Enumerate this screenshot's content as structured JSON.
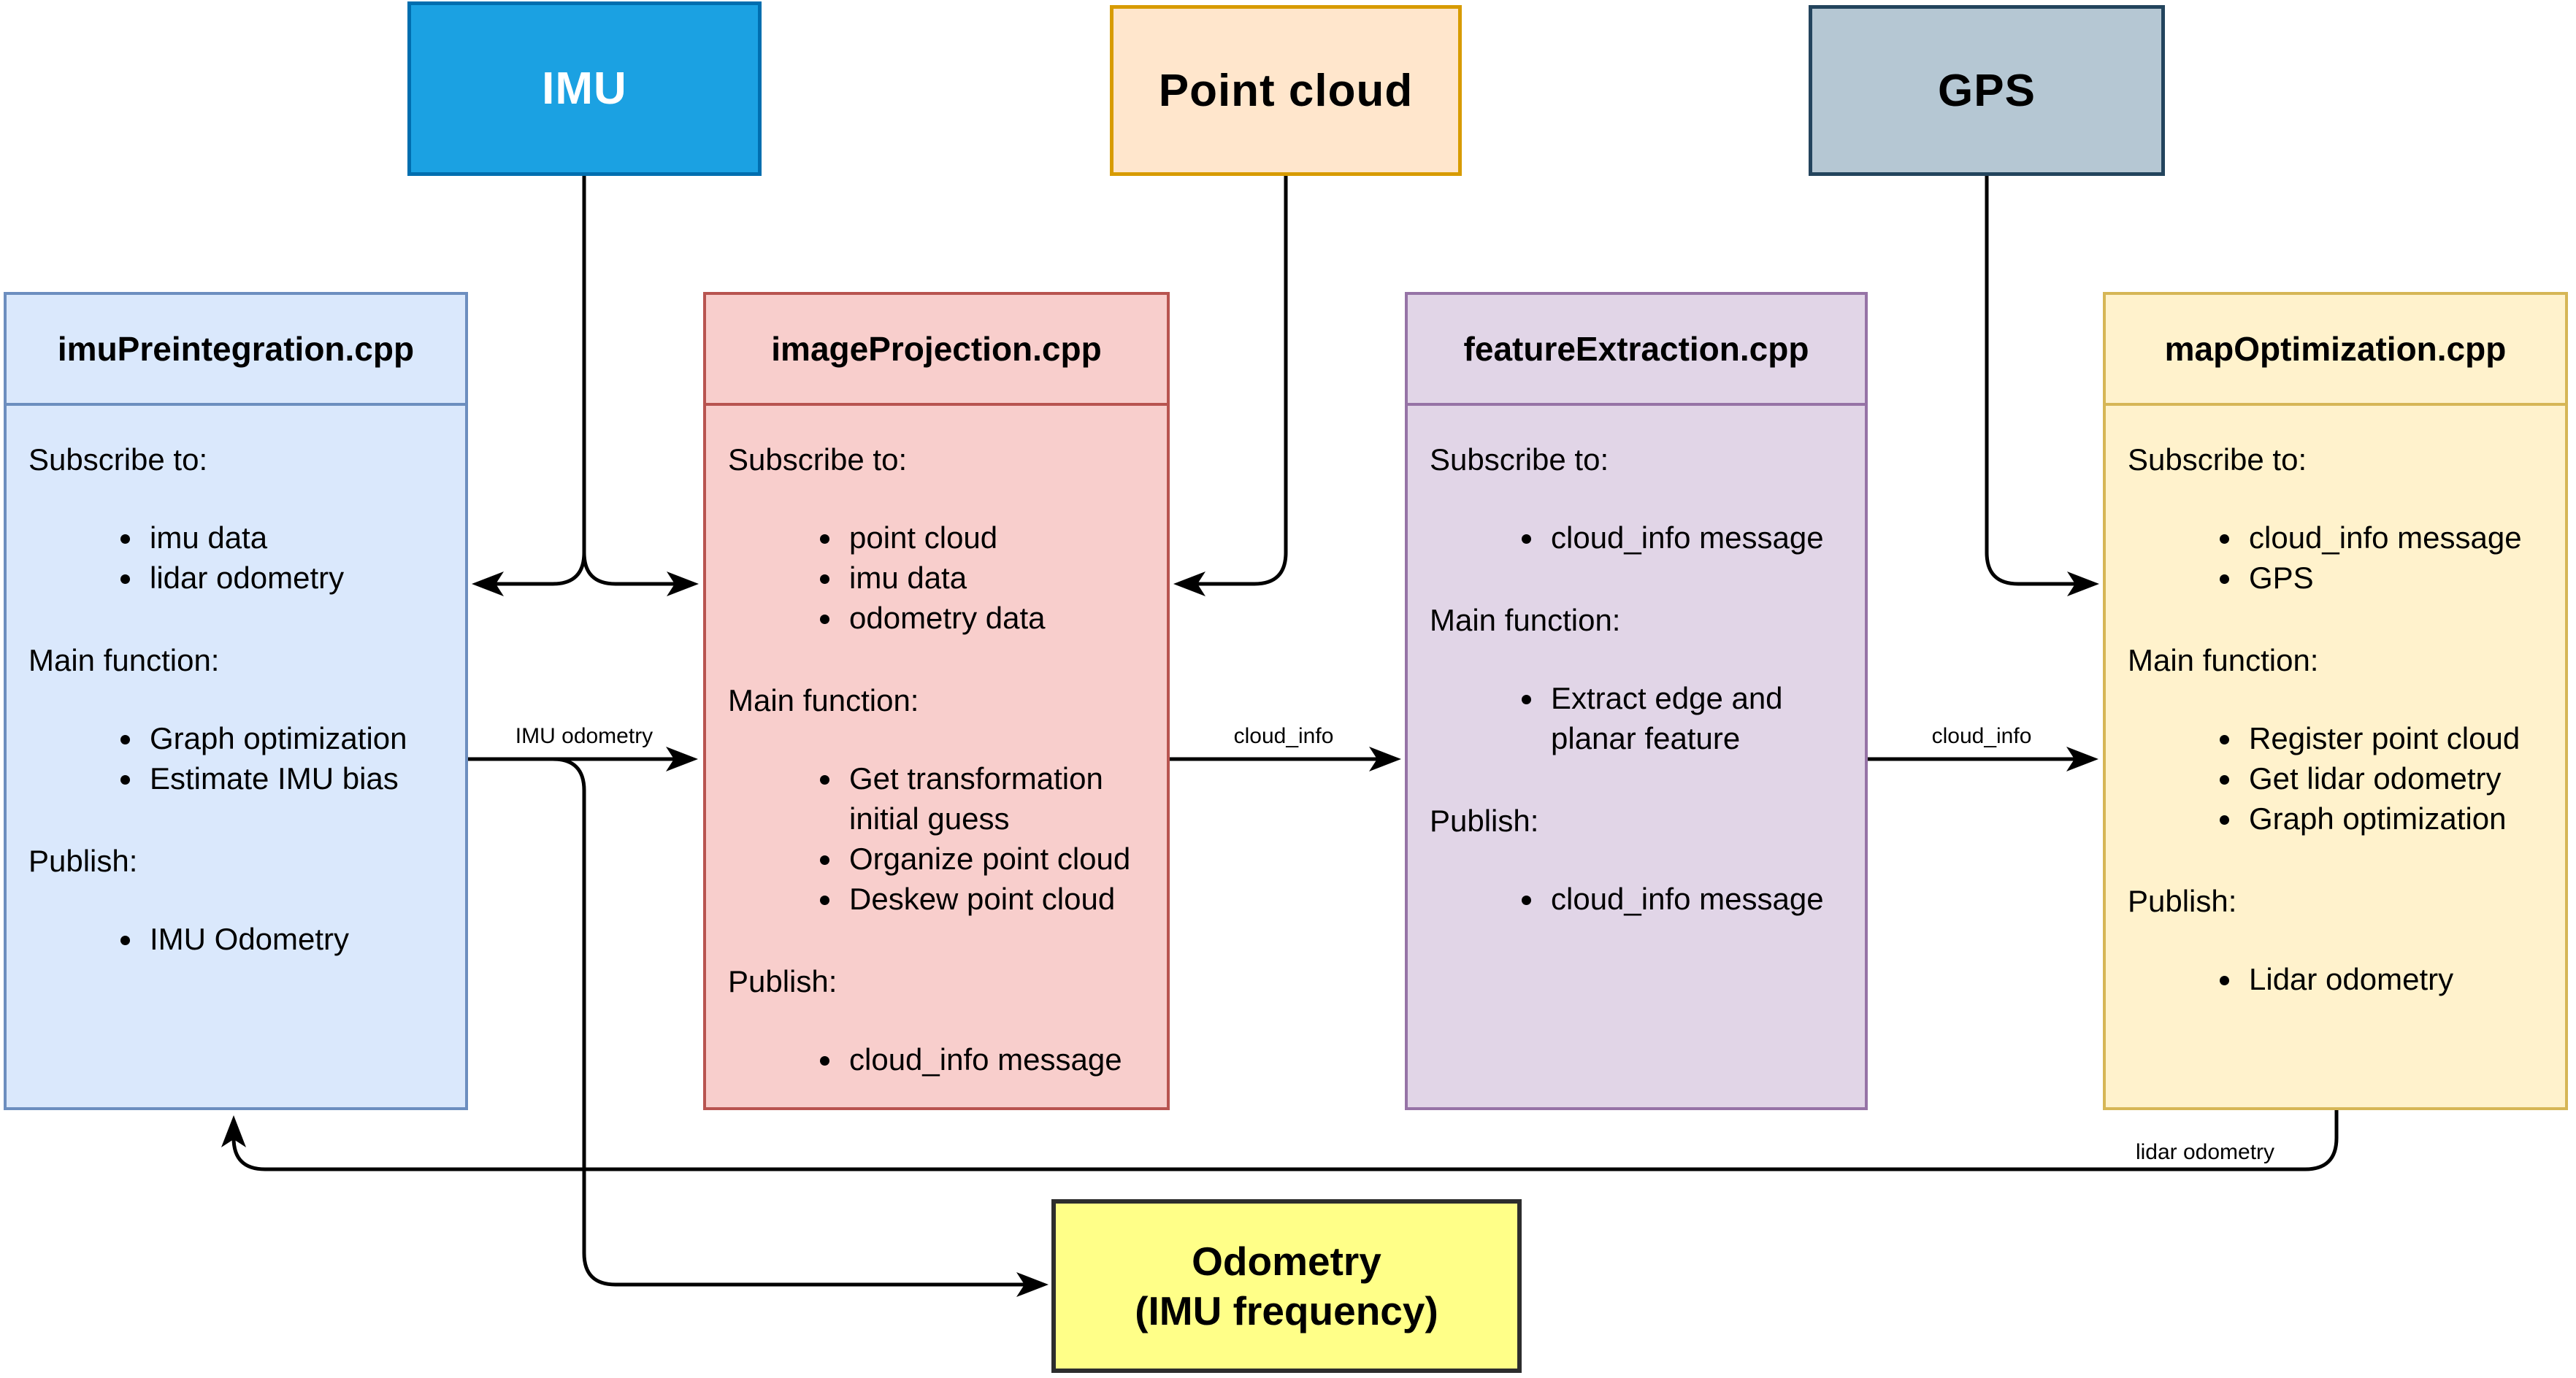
{
  "sources": [
    {
      "id": "imu",
      "label": "IMU"
    },
    {
      "id": "point_cloud",
      "label": "Point cloud"
    },
    {
      "id": "gps",
      "label": "GPS"
    }
  ],
  "modules": [
    {
      "title": "imuPreintegration.cpp",
      "sections": [
        {
          "heading": "Subscribe to:",
          "items": [
            "imu data",
            "lidar odometry"
          ]
        },
        {
          "heading": "Main function:",
          "items": [
            "Graph optimization",
            "Estimate IMU bias"
          ]
        },
        {
          "heading": "Publish:",
          "items": [
            "IMU Odometry"
          ]
        }
      ]
    },
    {
      "title": "imageProjection.cpp",
      "sections": [
        {
          "heading": "Subscribe to:",
          "items": [
            "point cloud",
            "imu data",
            "odometry data"
          ]
        },
        {
          "heading": "Main function:",
          "items": [
            "Get transformation initial guess",
            "Organize point cloud",
            "Deskew point cloud"
          ]
        },
        {
          "heading": "Publish:",
          "items": [
            "cloud_info message"
          ]
        }
      ]
    },
    {
      "title": "featureExtraction.cpp",
      "sections": [
        {
          "heading": "Subscribe to:",
          "items": [
            "cloud_info message"
          ]
        },
        {
          "heading": "Main function:",
          "items": [
            "Extract edge and planar feature"
          ]
        },
        {
          "heading": "Publish:",
          "items": [
            "cloud_info message"
          ]
        }
      ]
    },
    {
      "title": "mapOptimization.cpp",
      "sections": [
        {
          "heading": "Subscribe to:",
          "items": [
            "cloud_info message",
            "GPS"
          ]
        },
        {
          "heading": "Main function:",
          "items": [
            "Register point cloud",
            "Get lidar odometry",
            "Graph optimization"
          ]
        },
        {
          "heading": "Publish:",
          "items": [
            "Lidar odometry"
          ]
        }
      ]
    }
  ],
  "sink": {
    "line1": "Odometry",
    "line2": "(IMU frequency)"
  },
  "edges": {
    "imu_odometry": {
      "label": "IMU odometry"
    },
    "cloud_info_1": {
      "label": "cloud_info"
    },
    "cloud_info_2": {
      "label": "cloud_info"
    },
    "lidar_odometry": {
      "label": "lidar odometry"
    }
  },
  "colors": {
    "source_imu": {
      "fill": "#1BA1E2",
      "stroke": "#006EAF",
      "text": "#FFFFFF"
    },
    "source_point_cloud": {
      "fill": "#FFE6CC",
      "stroke": "#D79B00",
      "text": "#000000"
    },
    "source_gps": {
      "fill": "#B5C7D3",
      "stroke": "#23445D",
      "text": "#000000"
    },
    "module_blue": {
      "fill": "#DAE8FC",
      "stroke": "#6C8EBF"
    },
    "module_red": {
      "fill": "#F8CECC",
      "stroke": "#B85450"
    },
    "module_purple": {
      "fill": "#E1D5E7",
      "stroke": "#9673A6"
    },
    "module_yellow": {
      "fill": "#FFF2CC",
      "stroke": "#D6B656"
    },
    "sink_odometry": {
      "fill": "#FFFF88",
      "stroke": "#2D2D2D",
      "text": "#000000"
    },
    "connector": "#000000"
  }
}
